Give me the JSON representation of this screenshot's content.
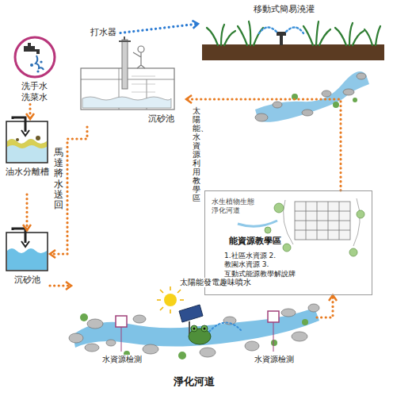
{
  "diagram": {
    "nodes": [
      {
        "text": [
          "洗手水 洗菜水"
        ]
      },
      {
        "text": [
          "油水分離槽"
        ]
      },
      {
        "text": [
          "沉砂池"
        ]
      },
      {
        "text": [
          "淨化河道"
        ]
      },
      {
        "text": [
          "水生植物生態淨化河道",
          "能資源教學區",
          "1.社區水資源 2.教園水資源 3.互動式能源教學解說牌"
        ]
      },
      {
        "text": [
          "沉砂池"
        ]
      },
      {
        "text": [
          "打水器"
        ]
      },
      {
        "text": [
          "移動式簡易澆灌"
        ]
      }
    ],
    "edges": [
      {
        "from": 0,
        "to": 1,
        "arrow": "to"
      },
      {
        "from": 1,
        "to": 2,
        "arrow": "to"
      },
      {
        "from": 2,
        "to": 3,
        "arrow": "to"
      },
      {
        "from": 3,
        "to": 4,
        "arrow": "to"
      },
      {
        "from": 4,
        "to": 5,
        "arrow": "to"
      },
      {
        "from": 5,
        "to": 2,
        "label": "馬達將水送回",
        "arrow": "to"
      },
      {
        "from": 6,
        "to": 7,
        "arrow": "to"
      }
    ],
    "labels": [
      "太陽能發電趣味噴水",
      "水資源檢測",
      "水資源檢測",
      "太陽能、水資源利用教學區"
    ]
  }
}
